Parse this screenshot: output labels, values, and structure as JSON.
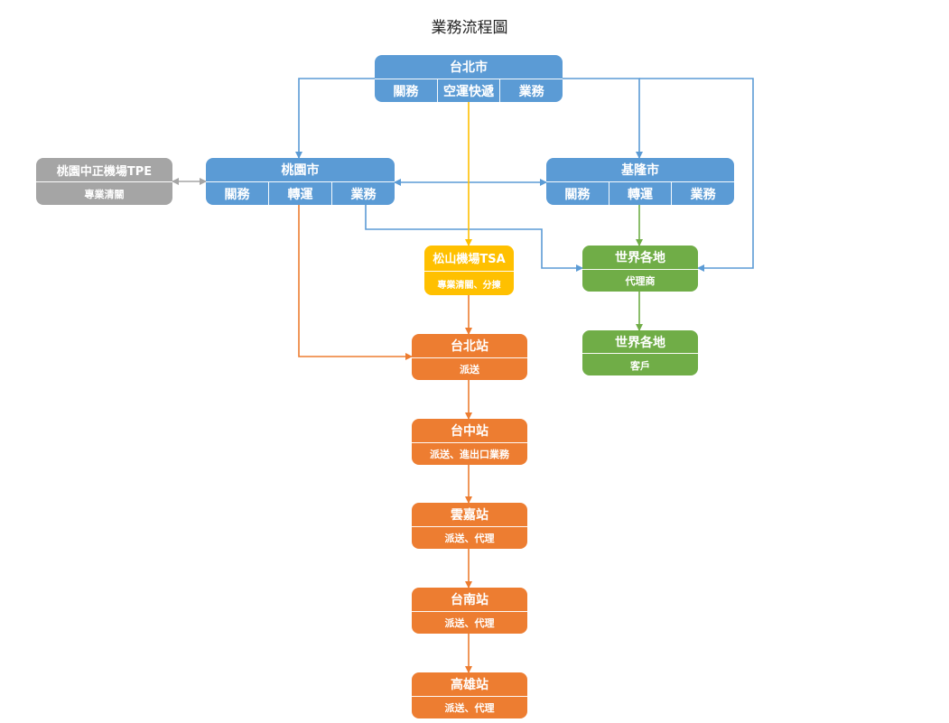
{
  "title": "業務流程圖",
  "colors": {
    "blue": "#5b9bd5",
    "gray": "#a5a5a5",
    "yellow": "#ffc000",
    "green": "#70ad47",
    "orange": "#ed7d31"
  },
  "nodes": {
    "taipei": {
      "title": "台北市",
      "cells": [
        "關務",
        "空運快遞",
        "業務"
      ]
    },
    "taoyuan": {
      "title": "桃園市",
      "cells": [
        "關務",
        "轉運",
        "業務"
      ]
    },
    "keelung": {
      "title": "基隆市",
      "cells": [
        "關務",
        "轉運",
        "業務"
      ]
    },
    "tpe": {
      "title": "桃園中正機場TPE",
      "sub": "專業清關"
    },
    "tsa": {
      "title": "松山機場TSA",
      "sub": "專業清關、分揀"
    },
    "world_agent": {
      "title": "世界各地",
      "sub": "代理商"
    },
    "world_customer": {
      "title": "世界各地",
      "sub": "客戶"
    },
    "taipei_station": {
      "title": "台北站",
      "sub": "派送"
    },
    "taichung_station": {
      "title": "台中站",
      "sub": "派送、進出口業務"
    },
    "yunjia_station": {
      "title": "雲嘉站",
      "sub": "派送、代理"
    },
    "tainan_station": {
      "title": "台南站",
      "sub": "派送、代理"
    },
    "kaohsiung_station": {
      "title": "高雄站",
      "sub": "派送、代理"
    }
  }
}
